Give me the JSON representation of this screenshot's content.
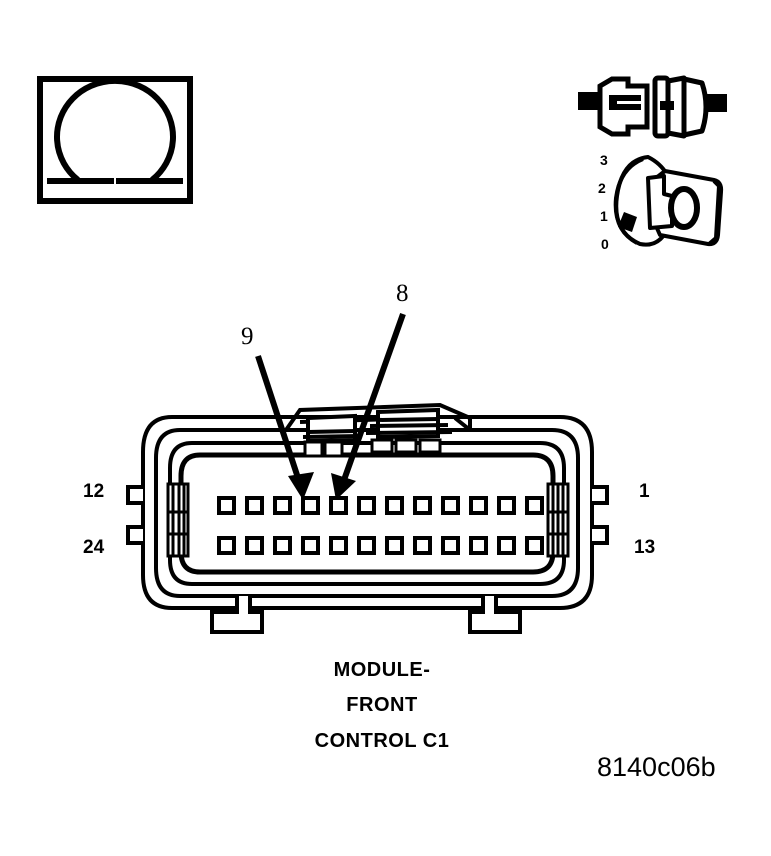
{
  "figure": {
    "code": "8140c06b",
    "caption_lines": [
      "MODULE-",
      "FRONT",
      "CONTROL C1"
    ]
  },
  "icons": {
    "ohm_meter": {
      "name": "ohm-symbol-icon",
      "glyph": "Ω",
      "meaning": "resistance measurement"
    },
    "disconnect": {
      "name": "connector-disconnect-icon",
      "meaning": "disconnect connector"
    },
    "ignition_switch": {
      "name": "ignition-key-switch-icon",
      "key_position_label": "0",
      "position_labels": [
        "3",
        "2",
        "1",
        "0"
      ]
    }
  },
  "connector": {
    "name": "MODULE-FRONT CONTROL C1",
    "rows": 2,
    "pins_per_row": 12,
    "corner_labels": {
      "top_left": "12",
      "top_right": "1",
      "bottom_left": "24",
      "bottom_right": "13"
    }
  },
  "callouts": [
    {
      "number": "9",
      "target_row": "top",
      "target_pin_index": 4
    },
    {
      "number": "8",
      "target_row": "top",
      "target_pin_index": 5
    }
  ],
  "colors": {
    "ink": "#000000",
    "paper": "#ffffff"
  }
}
